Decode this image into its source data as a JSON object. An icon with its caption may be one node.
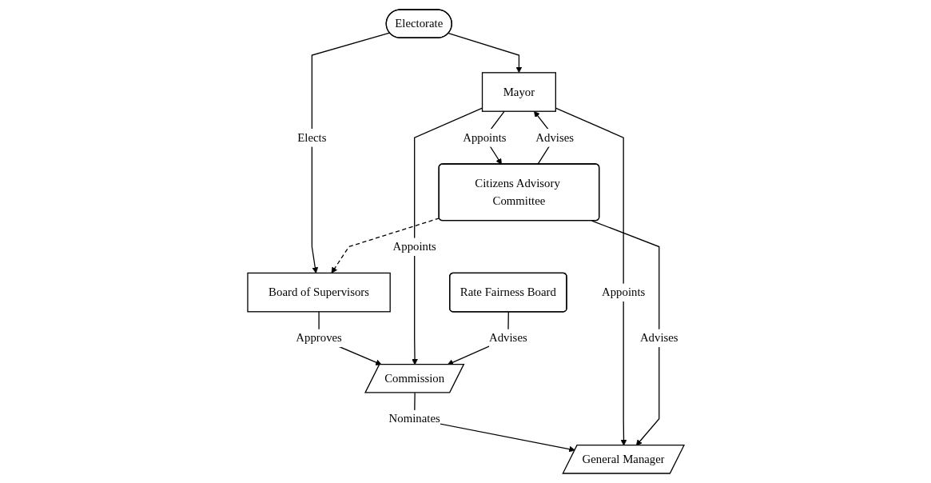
{
  "diagram": {
    "nodes": [
      {
        "text": [
          "Electorate"
        ]
      },
      {
        "text": [
          "Board of Supervisors"
        ]
      },
      {
        "text": [
          "Mayor"
        ]
      },
      {
        "text": [
          "Citizens Advisory Committee"
        ]
      },
      {
        "text": [
          "Rate Fairness Board"
        ]
      },
      {
        "text": [
          "Commission"
        ]
      },
      {
        "text": [
          "General Manager"
        ]
      }
    ],
    "edges": [
      {
        "from": 0,
        "to": 1,
        "arrow": "to",
        "label": "Elects"
      },
      {
        "from": 0,
        "to": 2,
        "arrow": "to"
      },
      {
        "from": 2,
        "to": 3,
        "arrow": "to",
        "label": "Appoints"
      },
      {
        "from": 3,
        "to": 2,
        "arrow": "to",
        "label": "Advises"
      },
      {
        "from": 3,
        "to": 1,
        "arrow": "to",
        "style": "dashed"
      },
      {
        "from": 1,
        "to": 5,
        "arrow": "to",
        "label": "Approves"
      },
      {
        "from": 2,
        "to": 5,
        "arrow": "to",
        "label": "Appoints"
      },
      {
        "from": 4,
        "to": 5,
        "arrow": "to",
        "label": "Advises"
      },
      {
        "from": 5,
        "to": 6,
        "arrow": "to",
        "label": "Nominates"
      },
      {
        "from": 2,
        "to": 6,
        "arrow": "to",
        "label": "Appoints"
      },
      {
        "from": 3,
        "to": 6,
        "arrow": "to",
        "label": "Advises"
      }
    ]
  }
}
